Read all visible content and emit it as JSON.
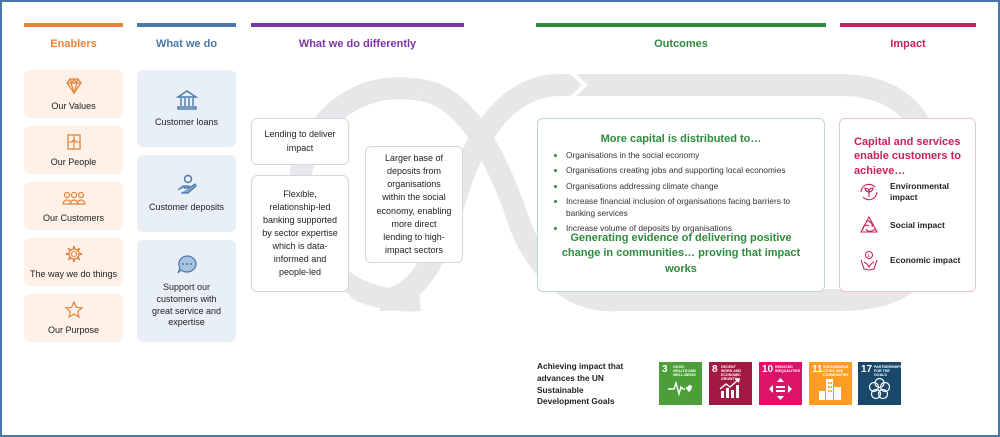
{
  "columns": {
    "enablers": {
      "title": "Enablers",
      "color": "#e8823a"
    },
    "what_we_do": {
      "title": "What we do",
      "color": "#4a78a8"
    },
    "differently": {
      "title": "What we do differently",
      "color": "#7a35a8"
    },
    "outcomes": {
      "title": "Outcomes",
      "color": "#2e8b3e"
    },
    "impact": {
      "title": "Impact",
      "color": "#c8215b"
    }
  },
  "enablers": [
    {
      "label": "Our Values",
      "icon": "diamond-icon"
    },
    {
      "label": "Our People",
      "icon": "puzzle-icon"
    },
    {
      "label": "Our Customers",
      "icon": "people-icon"
    },
    {
      "label": "The way we do things",
      "icon": "gear-icon"
    },
    {
      "label": "Our Purpose",
      "icon": "star-icon"
    }
  ],
  "what_we_do": [
    {
      "label": "Customer loans",
      "icon": "bank-icon"
    },
    {
      "label": "Customer deposits",
      "icon": "hand-coin-icon"
    },
    {
      "label": "Support our customers with great service and expertise",
      "icon": "chat-bubble-icon"
    }
  ],
  "differently": [
    "Lending to deliver impact",
    "Flexible, relationship-led banking supported by sector expertise which is data-informed and people-led",
    "Larger base of deposits from organisations within the social economy, enabling more direct lending to high-impact sectors"
  ],
  "outcomes": {
    "heading": "More capital is distributed to…",
    "bullets": [
      "Organisations in the social economy",
      "Organisations creating jobs and supporting local economies",
      "Organisations addressing climate change",
      "Increase financial inclusion of organisations facing barriers to banking services",
      "Increase volume of deposits by organisations"
    ],
    "footer": "Generating evidence of delivering positive change in communities… proving that impact works"
  },
  "impact": {
    "heading": "Capital and services enable customers to achieve…",
    "items": [
      {
        "label": "Environmental impact",
        "icon": "plant-cycle-icon"
      },
      {
        "label": "Social impact",
        "icon": "hands-circle-icon"
      },
      {
        "label": "Economic impact",
        "icon": "pound-coin-hands-icon"
      }
    ]
  },
  "sdg": {
    "text": "Achieving impact that advances the UN Sustainable Development Goals",
    "goals": [
      {
        "number": "3",
        "title": "Good health and well-being",
        "color": "#4c9f38"
      },
      {
        "number": "8",
        "title": "Decent work and economic growth",
        "color": "#a21942"
      },
      {
        "number": "10",
        "title": "Reduced inequalities",
        "color": "#dd1367"
      },
      {
        "number": "11",
        "title": "Sustainable cities and communities",
        "color": "#fd9d24"
      },
      {
        "number": "17",
        "title": "Partnerships for the goals",
        "color": "#19486a"
      }
    ]
  }
}
